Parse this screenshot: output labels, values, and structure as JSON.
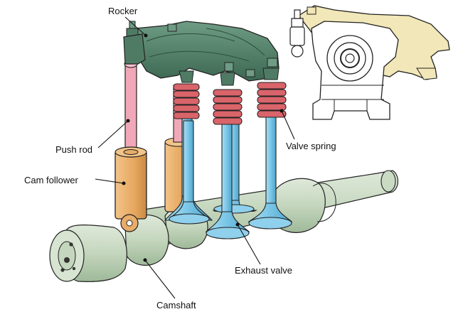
{
  "labels": {
    "rocker": "Rocker",
    "push_rod": "Push rod",
    "cam_follower": "Cam follower",
    "valve_spring": "Valve spring",
    "exhaust_valve": "Exhaust valve",
    "camshaft": "Camshaft"
  },
  "colors": {
    "rocker": "#5b8a72",
    "rocker_dark": "#3f6b56",
    "push_rod": "#f0a8b8",
    "cam_follower": "#e8ad6a",
    "valve_spring": "#d9646a",
    "valve": "#7cc8e8",
    "camshaft": "#c9dbc3",
    "camshaft_dark": "#8fae8a",
    "inset_yellow": "#f1e7b8",
    "outline": "#222222"
  }
}
